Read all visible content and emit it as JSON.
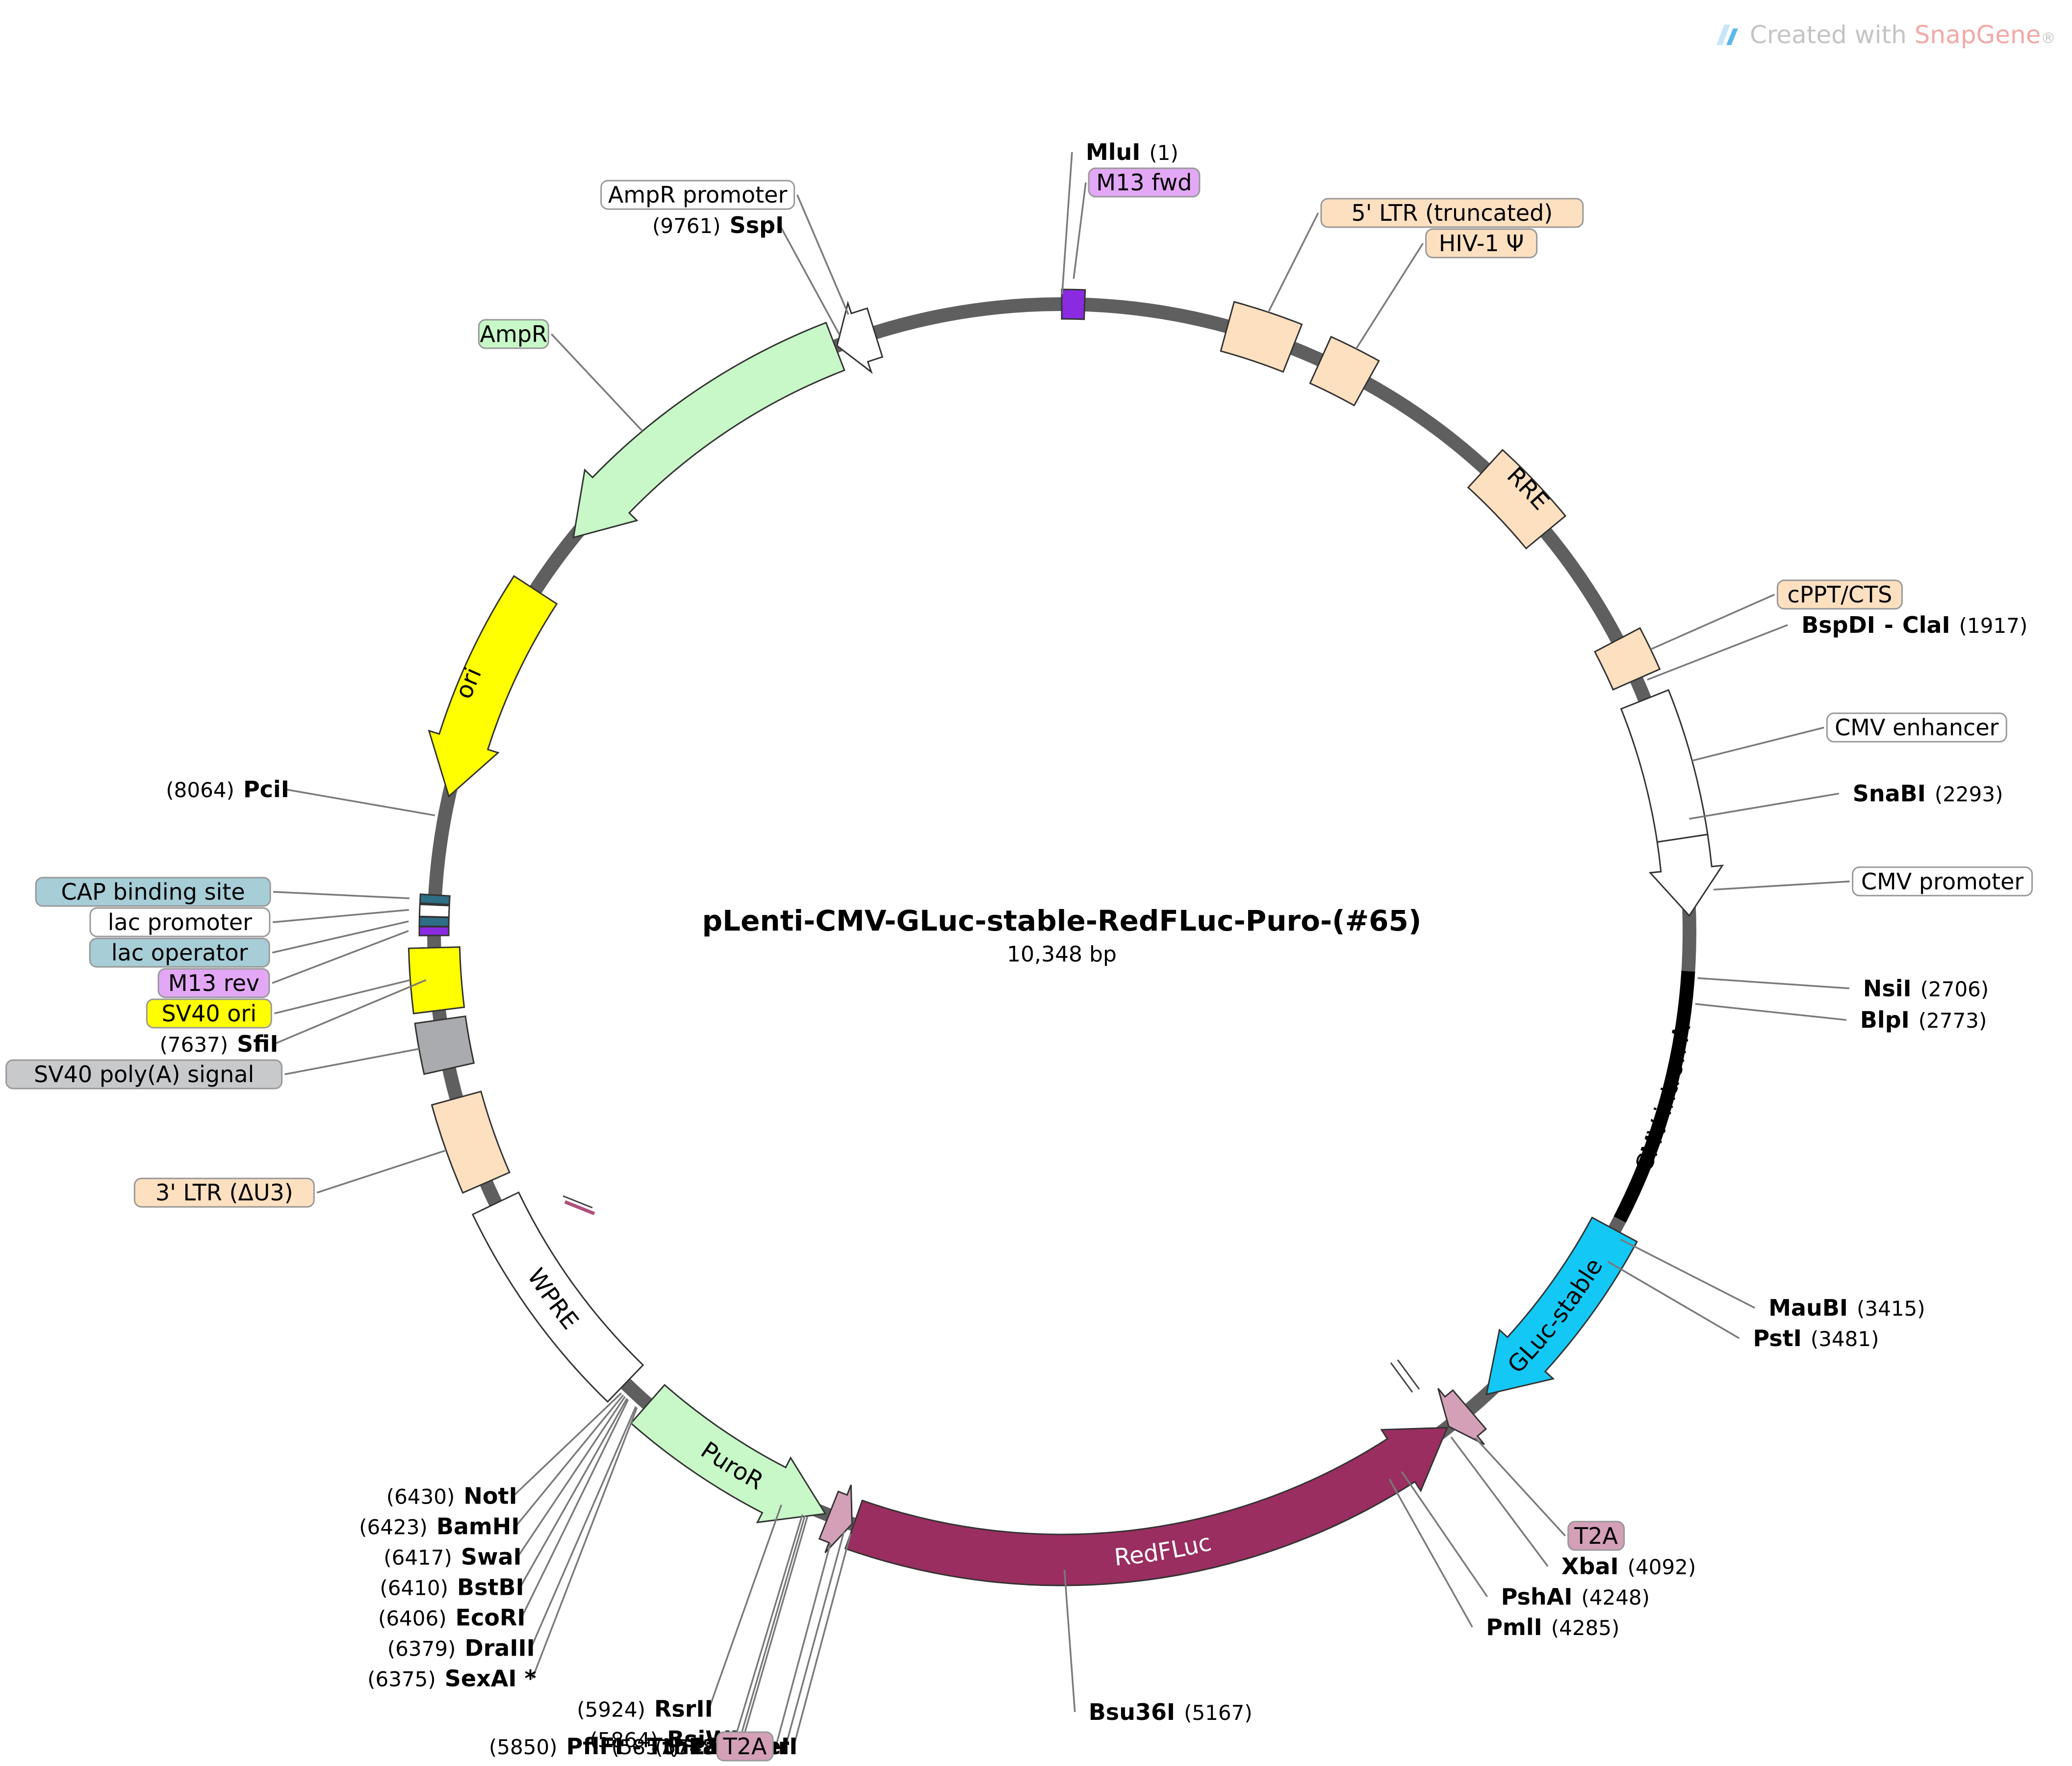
{
  "plasmid": {
    "name": "pLenti-CMV-GLuc-stable-RedFLuc-Puro-(#65)",
    "size_label": "10,348 bp",
    "length": 10348
  },
  "credit": {
    "prefix": "Created with ",
    "brand": "SnapGene",
    "mark": "®",
    "icon": "snapgene-logo-icon"
  },
  "colors": {
    "backbone": "#5f5f5f",
    "ampr": "#c8f7c8",
    "ori": "#ffff00",
    "ltr": "#fde0c0",
    "cap": "#a7cdd7",
    "m13": "#e3a8f5",
    "sv40polya": "#a9abae",
    "gluc": "#13c8f5",
    "redfluc": "#9a2e60",
    "t2a": "#d4a0b8",
    "white": "#ffffff",
    "black": "#000000"
  },
  "features": [
    {
      "id": "m13fwd-bar",
      "start": 0,
      "end": 60,
      "kind": "bar",
      "color": "#8a2be2"
    },
    {
      "id": "ltr5",
      "start": 440,
      "end": 620,
      "kind": "box",
      "color": "#fde0c0"
    },
    {
      "id": "hiv1psi",
      "start": 700,
      "end": 835,
      "kind": "box",
      "color": "#fde0c0"
    },
    {
      "id": "rre",
      "start": 1220,
      "end": 1450,
      "kind": "box",
      "color": "#fde0c0",
      "label": "RRE"
    },
    {
      "id": "cppt",
      "start": 1790,
      "end": 1905,
      "kind": "box",
      "color": "#fde0c0"
    },
    {
      "id": "cmvenh",
      "start": 1962,
      "end": 2340,
      "kind": "box",
      "color": "#ffffff"
    },
    {
      "id": "cmvprom",
      "start": 2340,
      "end": 2544,
      "kind": "arrowcw",
      "color": "#ffffff"
    },
    {
      "id": "cmvintron",
      "start": 2690,
      "end": 3370,
      "kind": "thick",
      "color": "#000000",
      "label": "CMV intron A"
    },
    {
      "id": "gluc",
      "start": 3400,
      "end": 3950,
      "kind": "arrowcw",
      "color": "#13c8f5",
      "label": "GLuc-stable"
    },
    {
      "id": "t2a1",
      "start": 4010,
      "end": 4080,
      "kind": "arrowcw",
      "color": "#d4a0b8"
    },
    {
      "id": "redfluc",
      "start": 4085,
      "end": 5730,
      "kind": "arrowccw",
      "color": "#9a2e60",
      "label": "RedFLuc",
      "labelcolor": "#ffffff"
    },
    {
      "id": "t2a2",
      "start": 5735,
      "end": 5800,
      "kind": "arrowccw",
      "color": "#d4a0b8"
    },
    {
      "id": "puror",
      "start": 5810,
      "end": 6360,
      "kind": "arrowccw",
      "color": "#c8f7c8",
      "label": "PuroR"
    },
    {
      "id": "wpre",
      "start": 6440,
      "end": 7025,
      "kind": "box",
      "color": "#ffffff",
      "label": "WPRE"
    },
    {
      "id": "ltr3",
      "start": 7085,
      "end": 7320,
      "kind": "box",
      "color": "#fde0c0"
    },
    {
      "id": "sv40pa",
      "start": 7400,
      "end": 7530,
      "kind": "box",
      "color": "#a9abae"
    },
    {
      "id": "sv40ori",
      "start": 7555,
      "end": 7720,
      "kind": "box",
      "color": "#ffff00"
    },
    {
      "id": "m13rev",
      "start": 7752,
      "end": 7775,
      "kind": "bar",
      "color": "#8a2be2"
    },
    {
      "id": "lacop",
      "start": 7776,
      "end": 7800,
      "kind": "bar",
      "color": "#2e6e86"
    },
    {
      "id": "lacprom",
      "start": 7801,
      "end": 7832,
      "kind": "bar",
      "color": "#ffffff"
    },
    {
      "id": "cap",
      "start": 7835,
      "end": 7858,
      "kind": "bar",
      "color": "#2e6e86"
    },
    {
      "id": "ori",
      "start": 8120,
      "end": 8710,
      "kind": "arrowccw",
      "color": "#ffff00",
      "label": "ori"
    },
    {
      "id": "ampr",
      "start": 8880,
      "end": 9740,
      "kind": "arrowccw",
      "color": "#c8f7c8"
    },
    {
      "id": "amprprom",
      "start": 9745,
      "end": 9850,
      "kind": "arrowccw",
      "color": "#ffffff"
    }
  ],
  "feature_labels": [
    {
      "text": "M13 fwd",
      "color": "#e3a8f5",
      "bp": 30
    },
    {
      "text": "5' LTR (truncated)",
      "color": "#fde0c0",
      "bp": 530
    },
    {
      "text": "HIV-1 Ψ",
      "color": "#fde0c0",
      "bp": 770
    },
    {
      "text": "cPPT/CTS",
      "color": "#fde0c0",
      "bp": 1850
    },
    {
      "text": "CMV enhancer",
      "color": "#ffffff",
      "bp": 2150
    },
    {
      "text": "CMV promoter",
      "color": "#ffffff",
      "bp": 2480
    },
    {
      "text": "T2A",
      "color": "#d4a0b8",
      "bp": 4045
    },
    {
      "text": "T2A",
      "color": "#d4a0b8",
      "bp": 5770
    },
    {
      "text": "3' LTR (ΔU3)",
      "color": "#fde0c0",
      "bp": 7200
    },
    {
      "text": "SV40 poly(A) signal",
      "color": "#c8c9cb",
      "bp": 7465
    },
    {
      "text": "SV40 ori",
      "color": "#ffff00",
      "bp": 7640
    },
    {
      "text": "M13 rev",
      "color": "#e3a8f5",
      "bp": 7764
    },
    {
      "text": "lac operator",
      "color": "#a7cdd7",
      "bp": 7788
    },
    {
      "text": "lac promoter",
      "color": "#ffffff",
      "bp": 7817
    },
    {
      "text": "CAP binding site",
      "color": "#a7cdd7",
      "bp": 7846
    },
    {
      "text": "AmpR",
      "color": "#c8f7c8",
      "bp": 9200
    },
    {
      "text": "AmpR promoter",
      "color": "#ffffff",
      "bp": 9800
    }
  ],
  "sites": [
    {
      "name": "MluI",
      "pos": "(1)",
      "bp": 1
    },
    {
      "name": "BspDI",
      "pos": "(1917)",
      "bp": 1917,
      "alias": "ClaI",
      "sep": "-"
    },
    {
      "name": "SnaBI",
      "pos": "(2293)",
      "bp": 2293
    },
    {
      "name": "NsiI",
      "pos": "(2706)",
      "bp": 2706
    },
    {
      "name": "BlpI",
      "pos": "(2773)",
      "bp": 2773
    },
    {
      "name": "MauBI",
      "pos": "(3415)",
      "bp": 3415
    },
    {
      "name": "PstI",
      "pos": "(3481)",
      "bp": 3481
    },
    {
      "name": "XbaI",
      "pos": "(4092)",
      "bp": 4092
    },
    {
      "name": "PshAI",
      "pos": "(4248)",
      "bp": 4248
    },
    {
      "name": "PmlI",
      "pos": "(4285)",
      "bp": 4285
    },
    {
      "name": "Bsu36I",
      "pos": "(5167)",
      "bp": 5167
    },
    {
      "name": "AarI",
      "pos": "(5730)",
      "bp": 5730
    },
    {
      "name": "AgeI",
      "pos": "(5748)",
      "bp": 5748
    },
    {
      "name": "PflFI",
      "pos": "(5850)",
      "bp": 5850,
      "alias": "Tth111I",
      "sep": "-"
    },
    {
      "name": "PasI",
      "pos": "(5857)",
      "bp": 5857
    },
    {
      "name": "BsiWI",
      "pos": "(5864)",
      "bp": 5864
    },
    {
      "name": "RsrII",
      "pos": "(5924)",
      "bp": 5924
    },
    {
      "name": "SexAI *",
      "pos": "(6375)",
      "bp": 6375,
      "grey": true
    },
    {
      "name": "DraIII",
      "pos": "(6379)",
      "bp": 6379
    },
    {
      "name": "EcoRI",
      "pos": "(6406)",
      "bp": 6406
    },
    {
      "name": "BstBI",
      "pos": "(6410)",
      "bp": 6410
    },
    {
      "name": "SwaI",
      "pos": "(6417)",
      "bp": 6417
    },
    {
      "name": "BamHI",
      "pos": "(6423)",
      "bp": 6423
    },
    {
      "name": "NotI",
      "pos": "(6430)",
      "bp": 6430
    },
    {
      "name": "PciI",
      "pos": "(8064)",
      "bp": 8064
    },
    {
      "name": "SfiI",
      "pos": "(7637)",
      "bp": 7637
    },
    {
      "name": "SspI",
      "pos": "(9761)",
      "bp": 9761
    }
  ]
}
